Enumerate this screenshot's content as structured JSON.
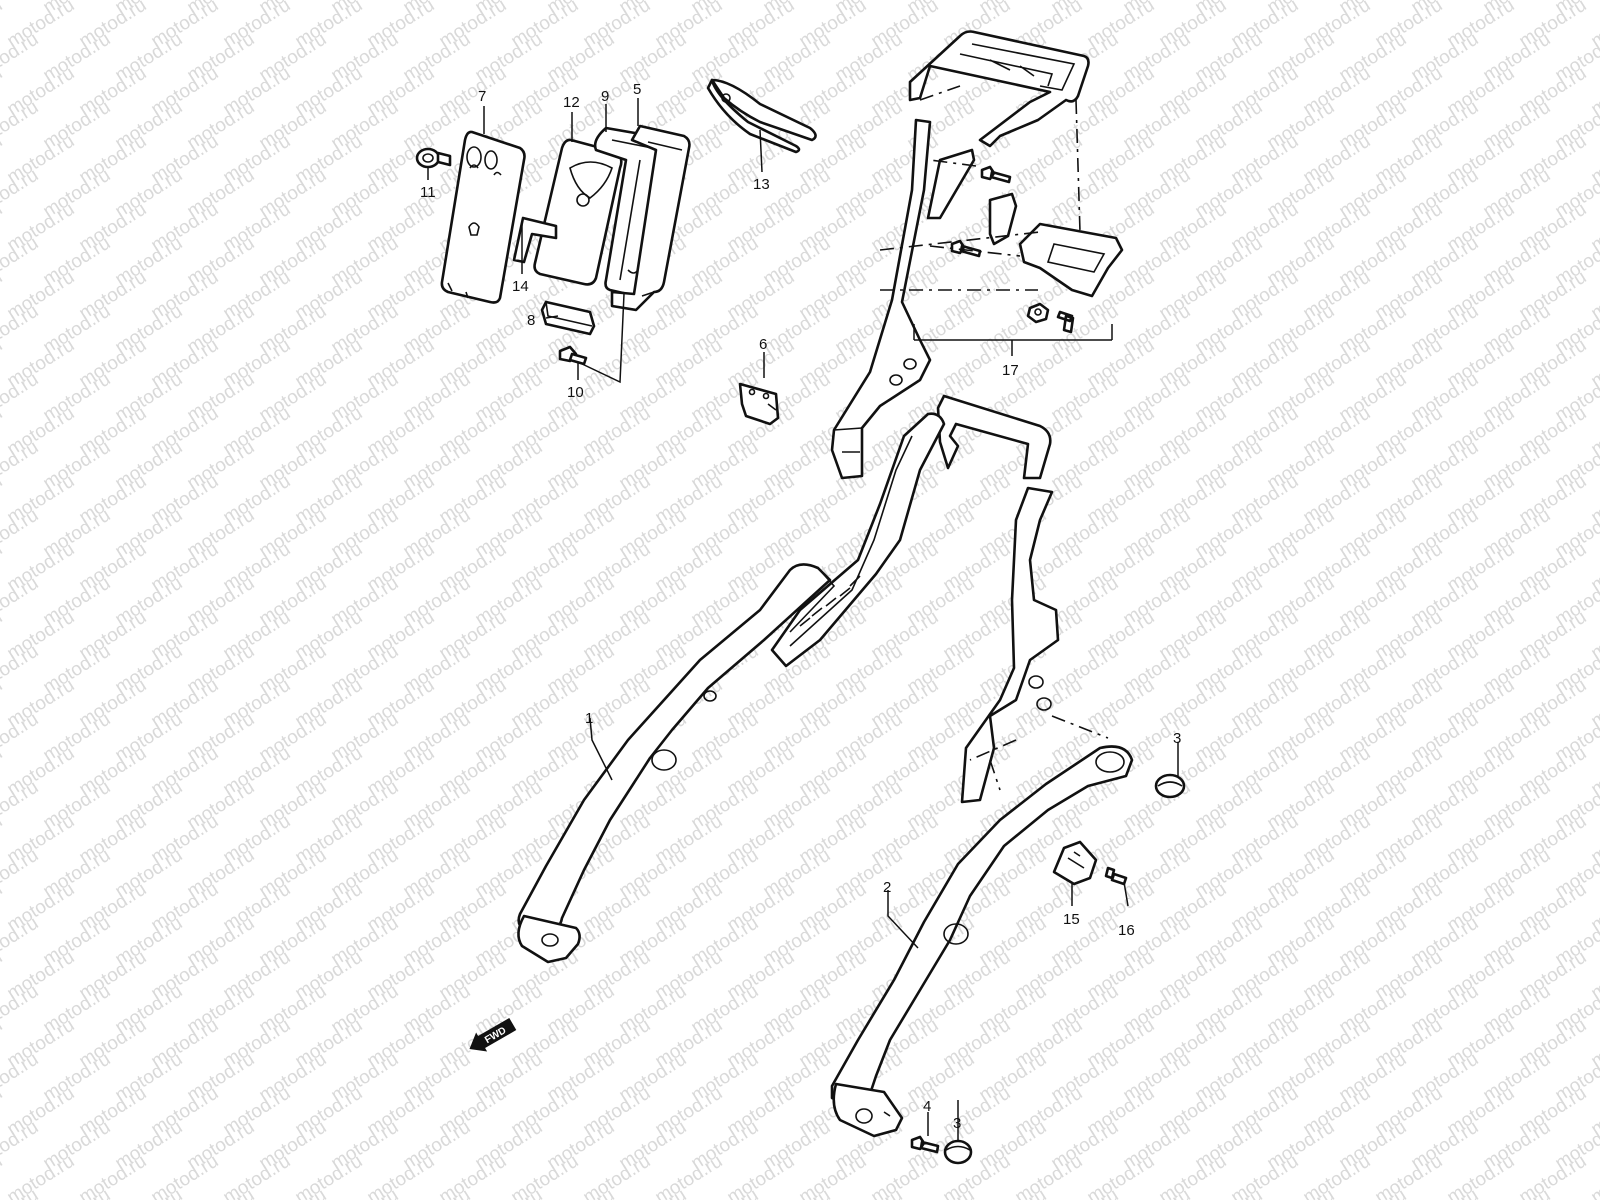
{
  "watermark": {
    "text": "motod.ru"
  },
  "fwd_label": "FWD",
  "callouts": {
    "c1": "1",
    "c2": "2",
    "c3a": "3",
    "c3b": "3",
    "c4": "4",
    "c5": "5",
    "c6": "6",
    "c7": "7",
    "c8": "8",
    "c9": "9",
    "c10": "10",
    "c11": "11",
    "c12": "12",
    "c13": "13",
    "c14": "14",
    "c15": "15",
    "c16": "16",
    "c17": "17"
  }
}
